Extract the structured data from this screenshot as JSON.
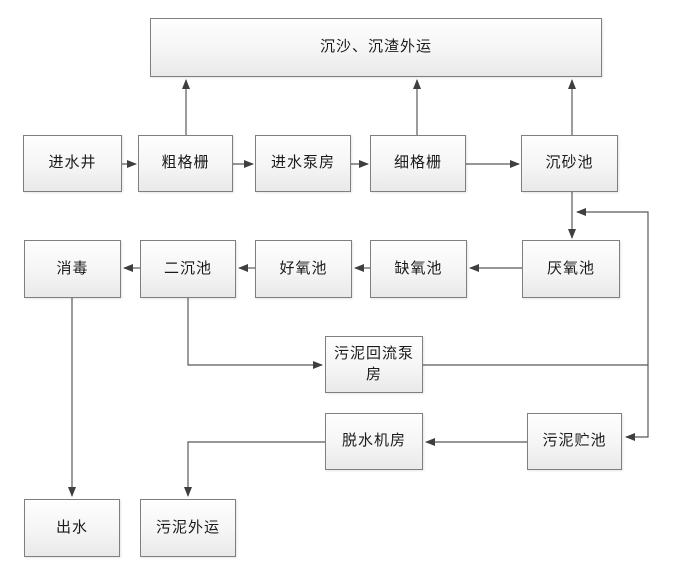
{
  "diagram": {
    "type": "flowchart",
    "description_colors": {
      "background": "#ffffff",
      "box_border": "#7f7f7f",
      "box_fill_top": "#fefefe",
      "box_fill_bottom": "#e9e9e9",
      "text": "#1a1a1a",
      "line": "#595959",
      "arrowhead": "#3f3f3f"
    },
    "nodes": {
      "waiyun_top": {
        "label": "沉沙、沉渣外运"
      },
      "jinshuijing": {
        "label": "进水井"
      },
      "cugeshan": {
        "label": "粗格栅"
      },
      "jinshuibengfang": {
        "label": "进水泵房"
      },
      "xigeshan": {
        "label": "细格栅"
      },
      "chenshachi": {
        "label": "沉砂池"
      },
      "xiaodu": {
        "label": "消毒"
      },
      "erchenchi": {
        "label": "二沉池"
      },
      "haoyangchi": {
        "label": "好氧池"
      },
      "queyangchi": {
        "label": "缺氧池"
      },
      "yanyangchi": {
        "label": "厌氧池"
      },
      "huiliubengfang": {
        "label": "污泥回流泵房"
      },
      "tuoshuijifang": {
        "label": "脱水机房"
      },
      "wunizhuchi": {
        "label": "污泥贮池"
      },
      "chushui": {
        "label": "出水"
      },
      "wuniwaiyun": {
        "label": "污泥外运"
      }
    },
    "edges": [
      {
        "from": "jinshuijing",
        "to": "cugeshan"
      },
      {
        "from": "cugeshan",
        "to": "jinshuibengfang"
      },
      {
        "from": "jinshuibengfang",
        "to": "xigeshan"
      },
      {
        "from": "xigeshan",
        "to": "chenshachi"
      },
      {
        "from": "cugeshan",
        "to": "waiyun_top"
      },
      {
        "from": "xigeshan",
        "to": "waiyun_top"
      },
      {
        "from": "chenshachi",
        "to": "waiyun_top"
      },
      {
        "from": "chenshachi",
        "to": "yanyangchi"
      },
      {
        "from": "yanyangchi",
        "to": "queyangchi"
      },
      {
        "from": "queyangchi",
        "to": "haoyangchi"
      },
      {
        "from": "haoyangchi",
        "to": "erchenchi"
      },
      {
        "from": "erchenchi",
        "to": "xiaodu"
      },
      {
        "from": "xiaodu",
        "to": "chushui"
      },
      {
        "from": "erchenchi",
        "to": "huiliubengfang"
      },
      {
        "from": "huiliubengfang",
        "to": "yanyangchi"
      },
      {
        "from": "huiliubengfang",
        "to": "wunizhuchi"
      },
      {
        "from": "wunizhuchi",
        "to": "tuoshuijifang"
      },
      {
        "from": "tuoshuijifang",
        "to": "wuniwaiyun"
      }
    ]
  }
}
